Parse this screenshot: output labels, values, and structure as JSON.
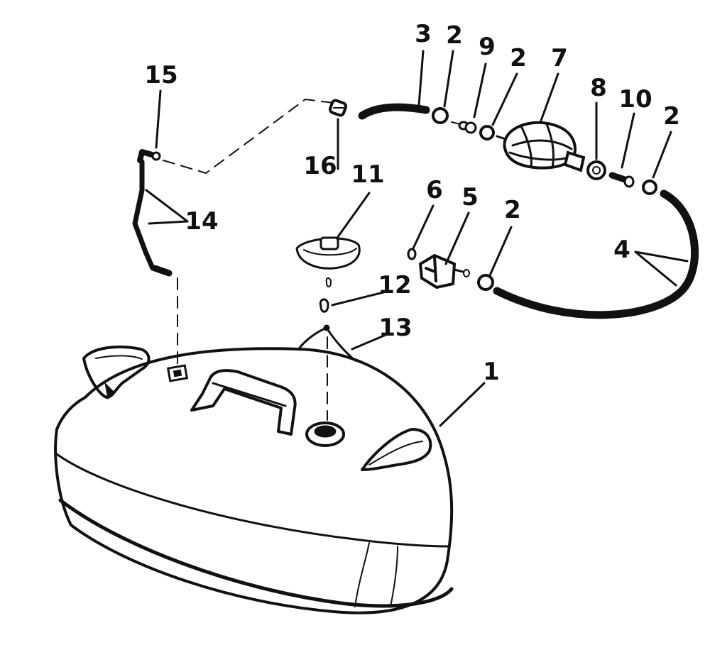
{
  "callouts": {
    "c1": "1",
    "c2a": "2",
    "c2b": "2",
    "c2c": "2",
    "c2d": "2",
    "c3": "3",
    "c4": "4",
    "c5": "5",
    "c6": "6",
    "c7": "7",
    "c8": "8",
    "c9": "9",
    "c10": "10",
    "c11": "11",
    "c12": "12",
    "c13": "13",
    "c14": "14",
    "c15": "15",
    "c16": "16"
  }
}
